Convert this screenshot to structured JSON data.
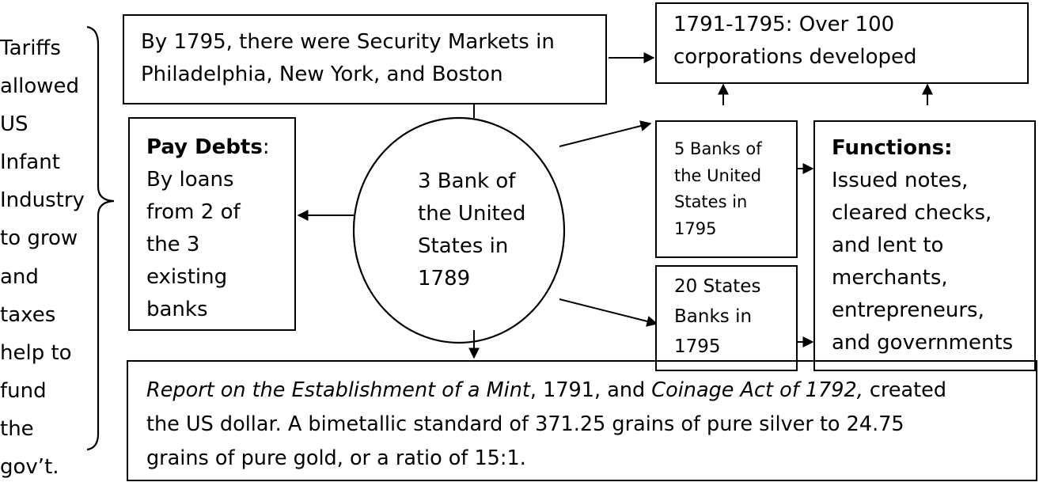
{
  "sidebar": {
    "lines": [
      "Tariffs",
      "allowed",
      "US",
      "Infant",
      "Industry",
      "to grow",
      "and",
      "taxes",
      "help to",
      "fund",
      "the",
      "gov’t."
    ]
  },
  "securities": {
    "lines": [
      "By 1795, there were Security Markets in",
      "Philadelphia, New York, and Boston"
    ]
  },
  "corporations": {
    "lines": [
      "1791-1795: Over 100",
      "corporations developed"
    ]
  },
  "pay_debts": {
    "label": "Pay Debts",
    "colon": ":",
    "lines": [
      "By loans",
      "from 2 of",
      "the 3",
      "existing",
      "banks"
    ]
  },
  "center": {
    "lines": [
      "3 Bank of",
      "the United",
      "States in",
      "1789"
    ]
  },
  "five_banks": {
    "lines": [
      "5 Banks of",
      "the United",
      "States in",
      "1795"
    ]
  },
  "twenty_banks": {
    "lines": [
      "20 States",
      "Banks in",
      "1795"
    ]
  },
  "functions": {
    "label": "Functions:",
    "lines": [
      "Issued notes,",
      "cleared checks,",
      "and lent to",
      "merchants,",
      "entrepreneurs,",
      "and governments"
    ]
  },
  "mint": {
    "italic_1": "Report on the Establishment of a Mint",
    "plain_1": ", 1791, and ",
    "italic_2": "Coinage Act of 1792,",
    "plain_2": " created",
    "line_2": "the US dollar. A bimetallic standard of 371.25 grains of pure silver to 24.75",
    "line_3": "grains of pure gold, or a ratio of 15:1."
  }
}
